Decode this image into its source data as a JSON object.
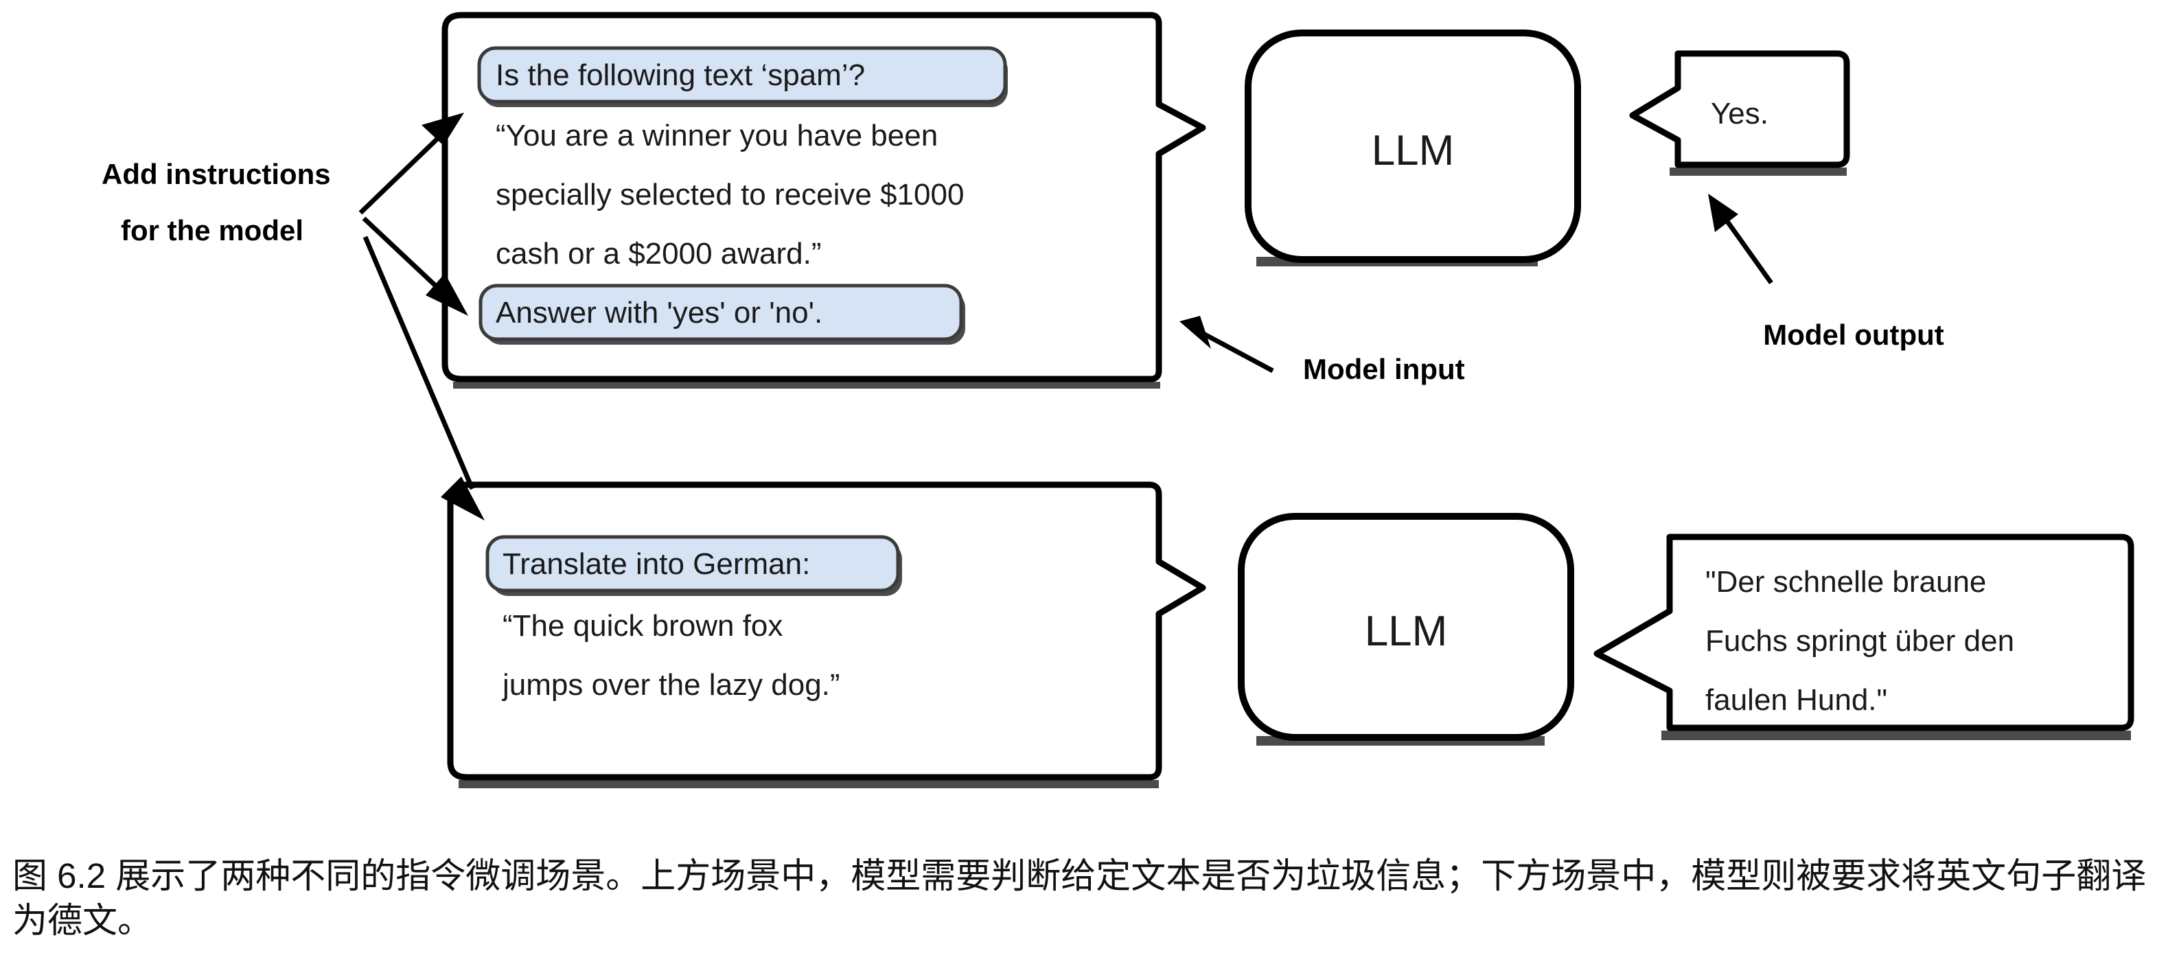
{
  "figure": {
    "annotations": {
      "add_instructions_line1": "Add instructions",
      "add_instructions_line2": "for the model",
      "model_input": "Model input",
      "model_output": "Model output"
    },
    "scenarios": [
      {
        "id": "spam-classification",
        "model_label": "LLM",
        "input": {
          "instruction_chip": "Is the following text ‘spam’?",
          "content_lines": [
            "“You are a winner you have been",
            "specially selected to receive $1000",
            "cash or a $2000 award.”"
          ],
          "answer_format_chip": "Answer with 'yes' or 'no'."
        },
        "output": {
          "lines": [
            "Yes."
          ]
        }
      },
      {
        "id": "german-translation",
        "model_label": "LLM",
        "input": {
          "instruction_chip": "Translate into German:",
          "content_lines": [
            "“The quick brown fox",
            "jumps over the lazy dog.”"
          ],
          "answer_format_chip": null
        },
        "output": {
          "lines": [
            "\"Der schnelle braune",
            "Fuchs springt über den",
            "faulen Hund.\""
          ]
        }
      }
    ],
    "colors": {
      "highlight_fill": "#d6e3f4",
      "highlight_stroke": "#3b3b3b",
      "outline": "#000000",
      "background": "#ffffff",
      "text": "#1a1a1a"
    }
  },
  "caption": {
    "line1": "图 6.2 展示了两种不同的指令微调场景。上方场景中，模型需要判断给定文本是否为垃圾信息；下方场景中，",
    "line2": "模型则被要求将英文句子翻译为德文。"
  }
}
